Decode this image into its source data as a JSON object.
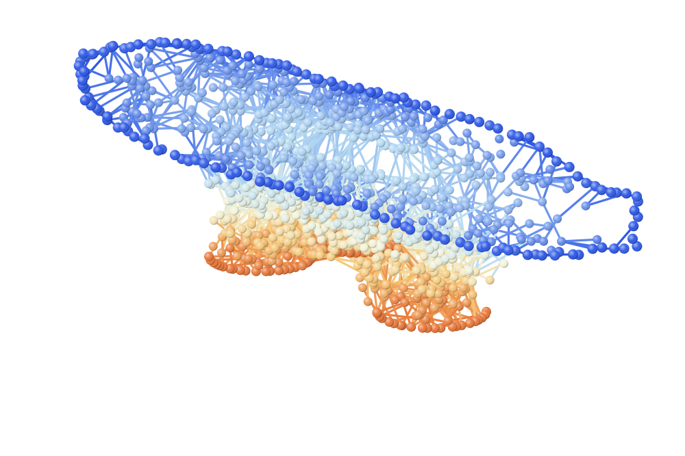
{
  "figure": {
    "kind": "3d-network-render",
    "background": "#ffffff",
    "color_scale": {
      "low": "#e8783a",
      "mid_low": "#f5c97a",
      "mid": "#f2f2d8",
      "mid_high": "#b8dcf2",
      "high": "#2a55e6"
    },
    "node_count": 1200,
    "lobes": 3
  }
}
